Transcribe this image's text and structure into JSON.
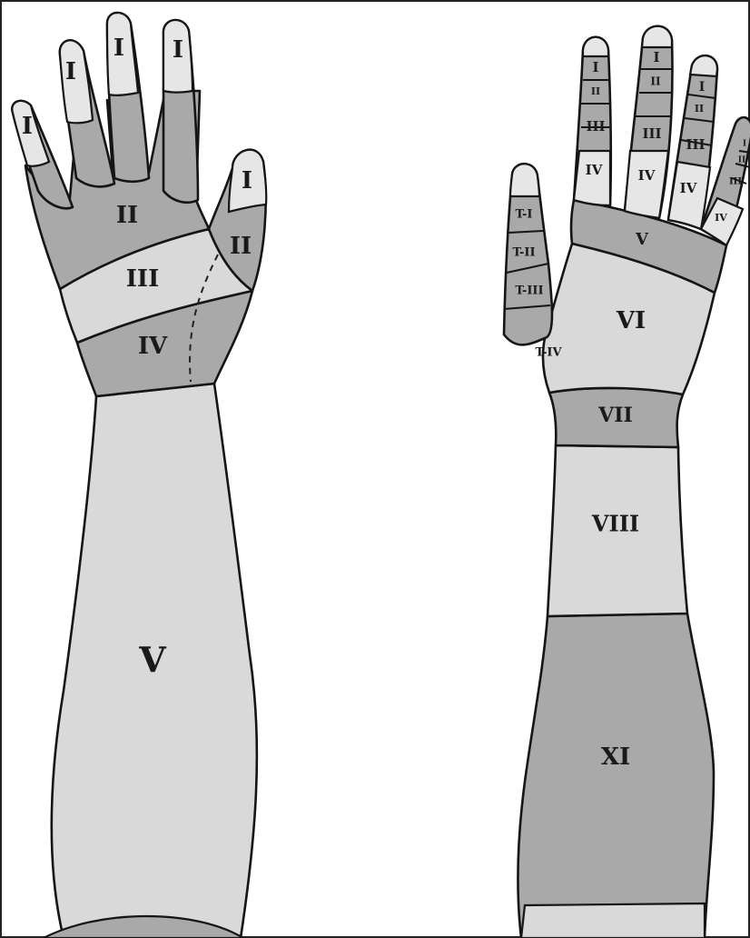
{
  "colors": {
    "light": "#d9d9d9",
    "dark": "#a9a9a9",
    "tip": "#e6e6e6",
    "outline": "#151515",
    "background": "#ffffff"
  },
  "dorsal": {
    "labels": {
      "finger_tip": "I",
      "thumb_tip": "I",
      "fingers_base": "II",
      "thumb_base": "II",
      "hand_band": "III",
      "wrist_band": "IV",
      "forearm": "V"
    }
  },
  "palmar": {
    "labels": {
      "finger_i": "I",
      "finger_ii": "II",
      "finger_iii": "III",
      "finger_iv": "IV",
      "thumb_1": "T-I",
      "thumb_2": "T-II",
      "thumb_3": "T-III",
      "thumb_4": "T-IV",
      "knuckle_band": "V",
      "palm": "VI",
      "wrist": "VII",
      "forearm_upper": "VIII",
      "forearm_lower": "XI"
    }
  }
}
